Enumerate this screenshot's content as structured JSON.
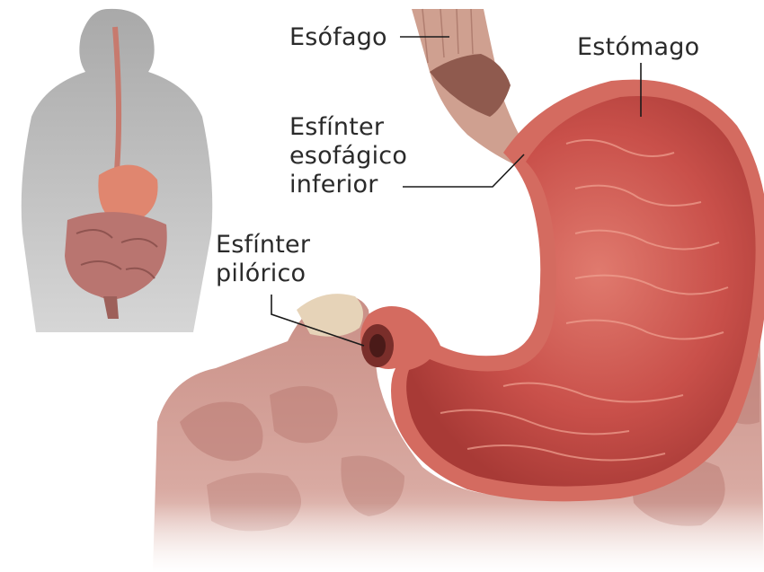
{
  "labels": {
    "esophagus": "Esófago",
    "stomach": "Estómago",
    "lower_sphincter": [
      "Esfínter",
      "esofágico",
      "inferior"
    ],
    "pyloric_sphincter": [
      "Esfínter",
      "pilórico"
    ]
  },
  "colors": {
    "intestine": "#c98f86",
    "stomach_wall": "#d46b60",
    "stomach_inner": "#c4463f",
    "esophagus": "#cfa090",
    "body_silhouette": "#b8b8b8",
    "leader_line": "#1a1a1a"
  }
}
